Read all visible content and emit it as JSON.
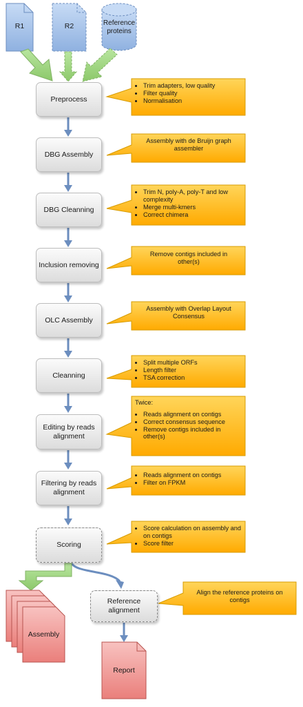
{
  "inputs": {
    "r1": "R1",
    "r2": "R2",
    "reference_proteins": "Reference proteins"
  },
  "steps": [
    {
      "label": "Preprocess"
    },
    {
      "label": "DBG Assembly"
    },
    {
      "label": "DBG Cleanning"
    },
    {
      "label": "Inclusion removing"
    },
    {
      "label": "OLC Assembly"
    },
    {
      "label": "Cleanning"
    },
    {
      "label": "Editing by reads alignment"
    },
    {
      "label": "Filtering by reads alignment"
    },
    {
      "label": "Scoring"
    }
  ],
  "notes": {
    "preprocess": [
      "Trim adapters, low quality",
      "Filter quality",
      "Normalisation"
    ],
    "dbg_assembly": "Assembly with de Bruijn graph assembler",
    "dbg_cleanning": [
      "Trim N, poly-A, poly-T and low complexity",
      "Merge multi-kmers",
      "Correct chimera"
    ],
    "inclusion_removing": "Remove contigs included in other(s)",
    "olc_assembly": "Assembly with Overlap Layout Consensus",
    "cleanning": [
      "Split multiple ORFs",
      "Length filter",
      "TSA correction"
    ],
    "editing": {
      "heading": "Twice:",
      "items": [
        "Reads alignment on contigs",
        "Correct consensus sequence",
        "Remove contigs included in other(s)"
      ]
    },
    "filtering": [
      "Reads alignment on contigs",
      "Filter on FPKM"
    ],
    "scoring": [
      "Score calculation on assembly and on contigs",
      "Score filter"
    ],
    "reference_alignment": "Align the reference proteins on contigs"
  },
  "outputs": {
    "assembly": "Assembly",
    "reference_alignment": "Reference alignment",
    "report": "Report"
  },
  "colors": {
    "input_blue": "#a9c4ea",
    "input_blue_border": "#6c8ebf",
    "note_orange": "#ffb000",
    "note_border": "#d79b00",
    "arrow_blue": "#6c8ebf",
    "arrow_green": "#97d077",
    "output_red": "#f19c99",
    "output_red_border": "#b85450"
  }
}
